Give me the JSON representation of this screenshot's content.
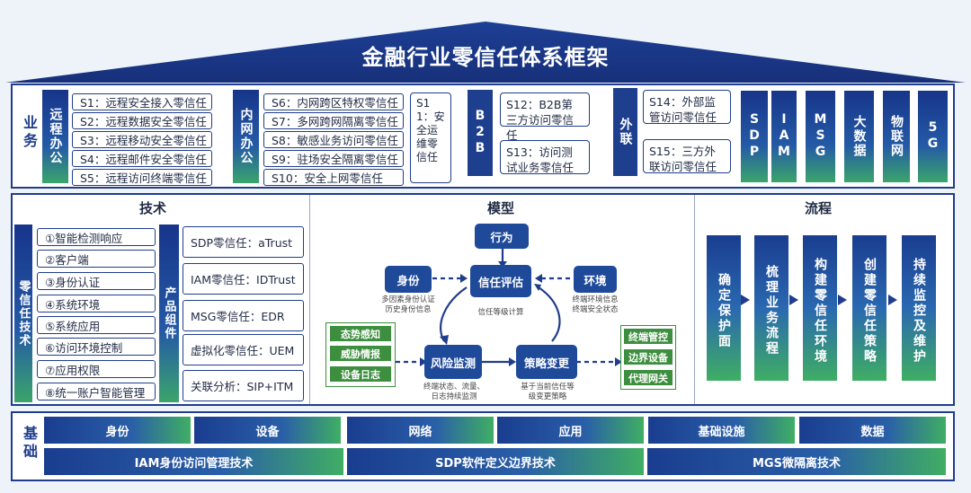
{
  "title": "金融行业零信任体系框架",
  "business": {
    "label": "业务",
    "remote": {
      "label": "远程办公",
      "items": [
        "S1：远程安全接入零信任",
        "S2：远程数据安全零信任",
        "S3：远程移动安全零信任",
        "S4：远程邮件安全零信任",
        "S5：远程访问终端零信任"
      ]
    },
    "internal": {
      "label": "内网办公",
      "items": [
        "S6：内网跨区特权零信任",
        "S7：多网跨网隔离零信任",
        "S8：敏感业务访问零信任",
        "S9：驻场安全隔离零信任",
        "S10：安全上网零信任"
      ]
    },
    "s11": "S11：安全运维零信任",
    "b2b": {
      "label": "B2B",
      "items": [
        "S12：B2B第三方访问零信任",
        "S13：访问测试业务零信任"
      ]
    },
    "external": {
      "label": "外联",
      "items": [
        "S14：外部监管访问零信任",
        "S15：三方外联访问零信任"
      ]
    },
    "tags": [
      "SDP",
      "IAM",
      "MSG",
      "大数据",
      "物联网",
      "5G"
    ]
  },
  "tech": {
    "heading": "技术",
    "left_label": "零信任技术",
    "items": [
      "①智能检测响应",
      "②客户端",
      "③身份认证",
      "④系统环境",
      "⑤系统应用",
      "⑥访问环境控制",
      "⑦应用权限",
      "⑧统一账户智能管理"
    ],
    "product_label": "产品组件",
    "products": [
      "SDP零信任：aTrust",
      "IAM零信任：IDTrust",
      "MSG零信任：EDR",
      "虚拟化零信任：UEM",
      "关联分析：SIP+ITM"
    ]
  },
  "model": {
    "heading": "模型",
    "behavior": "行为",
    "identity": "身份",
    "identity_note": "多因素身份认证\n历史身份信息",
    "trust_eval": "信任评估",
    "trust_note": "信任等级计算",
    "environment": "环境",
    "env_note": "终端环境信息\n终端安全状态",
    "risk": "风险监测",
    "risk_note": "终端状态、流量、\n日志持续监测",
    "policy": "策略变更",
    "policy_note": "基于当前信任等\n级变更策略",
    "left_inputs": [
      "态势感知",
      "威胁情报",
      "设备日志"
    ],
    "right_outputs": [
      "终端管控",
      "边界设备",
      "代理网关"
    ]
  },
  "process": {
    "heading": "流程",
    "steps": [
      "确定保护面",
      "梳理业务流程",
      "构建零信任环境",
      "创建零信任策略",
      "持续监控及维护"
    ]
  },
  "foundation": {
    "label": "基础",
    "row1": [
      "身份",
      "设备",
      "网络",
      "应用",
      "基础设施",
      "数据"
    ],
    "row2": [
      "IAM身份访问管理技术",
      "SDP软件定义边界技术",
      "MGS微隔离技术"
    ]
  },
  "colors": {
    "primary": "#1f3d8c",
    "accent": "#3d8f3f",
    "background": "#eef3f9"
  }
}
